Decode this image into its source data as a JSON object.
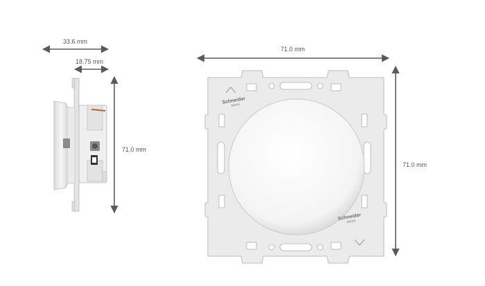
{
  "dimensions": {
    "side_total_depth": "33.6 mm",
    "side_partial_depth": "18.75 mm",
    "side_height": "71.0 mm",
    "front_width": "71.0 mm",
    "front_height": "71.0 mm"
  },
  "branding": {
    "brand_name": "Schneider",
    "brand_sub": "Electric"
  },
  "colors": {
    "arrow": "#5a5a5a",
    "frame": "#e9e9e9",
    "frame_edge": "#bdbdbd",
    "plate": "#f7f7f7",
    "logo": "#6b6b6b"
  }
}
